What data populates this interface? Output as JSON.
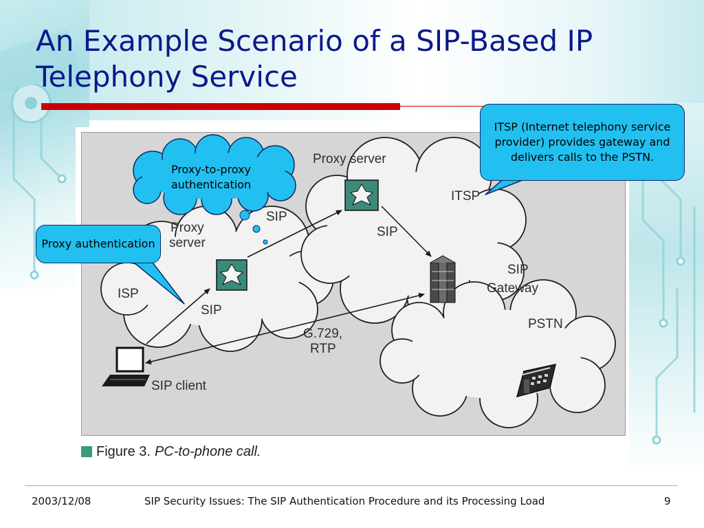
{
  "slide": {
    "title": "An Example Scenario of a SIP-Based IP Telephony Service"
  },
  "figure": {
    "labels": {
      "proxy_server_top": "Proxy server",
      "proxy_server_left_1": "Proxy",
      "proxy_server_left_2": "server",
      "itsp": "ITSP",
      "isp": "ISP",
      "sip_top": "SIP",
      "sip_right": "SIP",
      "sip_left": "SIP",
      "sip_gateway_1": "SIP",
      "sip_gateway_2": "Gateway",
      "pstn": "PSTN",
      "codec_1": "G.729,",
      "codec_2": "RTP",
      "sip_client": "SIP client"
    },
    "caption_prefix": "Figure 3.",
    "caption_text": "PC-to-phone call."
  },
  "callouts": {
    "itsp_note": "ITSP (Internet telephony service provider) provides gateway and delivers calls to the PSTN.",
    "proxy_to_proxy": "Proxy-to-proxy authentication",
    "proxy_auth": "Proxy authentication"
  },
  "footer": {
    "date": "2003/12/08",
    "topic": "SIP Security Issues: The SIP Authentication Procedure and its Processing Load",
    "page": "9"
  },
  "colors": {
    "title": "#0a1a8a",
    "accent_bar": "#cc0000",
    "callout_fill": "#22c0f0",
    "callout_border": "#0d2a6b"
  }
}
